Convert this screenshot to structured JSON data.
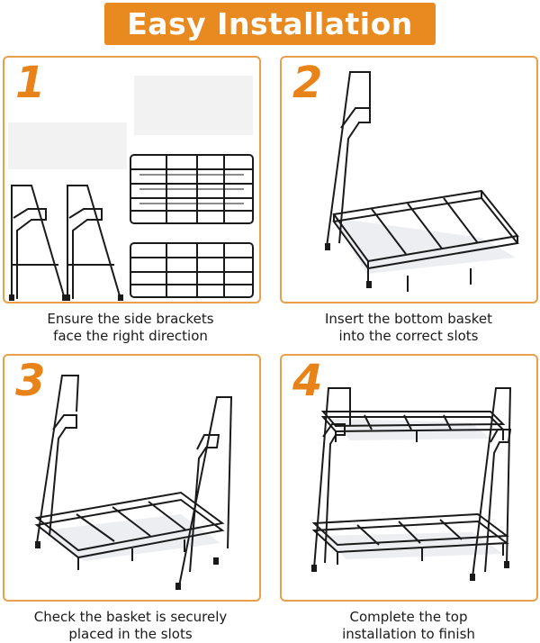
{
  "banner": {
    "title": "Easy Installation",
    "color": "#e88a1f"
  },
  "steps": [
    {
      "number": "1",
      "line1": "Ensure the side brackets",
      "line2": "face the right direction"
    },
    {
      "number": "2",
      "line1": "Insert the bottom basket",
      "line2": "into the correct slots"
    },
    {
      "number": "3",
      "line1": "Check the basket is securely",
      "line2": "placed in the slots"
    },
    {
      "number": "4",
      "line1": "Complete the top",
      "line2": "installation to finish"
    }
  ],
  "colors": {
    "accent": "#e8831a",
    "panel_border": "#e8a04c",
    "frame": "#1a1a1a"
  }
}
